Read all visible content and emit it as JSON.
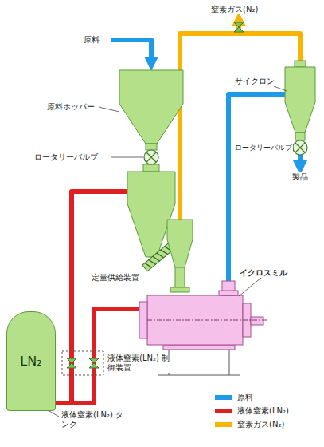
{
  "diagram": {
    "nodes": [
      {
        "text": [
          "LN₂"
        ]
      }
    ],
    "labels": [
      "窒素ガス(N₂)",
      "原料",
      "原料ホッパー",
      "ロータリーバルブ",
      "サイクロン",
      "ロータリーバルブ",
      "製品",
      "定量供給装置",
      "イクロスミル",
      "液体窒素(LN₂) 制御装置",
      "液体窒素(LN₂) タンク"
    ],
    "legend": [
      {
        "text": "原料",
        "color": "#1e9be8"
      },
      {
        "text": "液体窒素(LN₂)",
        "color": "#e02020"
      },
      {
        "text": "窒素ガス(N₂)",
        "color": "#f7b500"
      }
    ]
  }
}
